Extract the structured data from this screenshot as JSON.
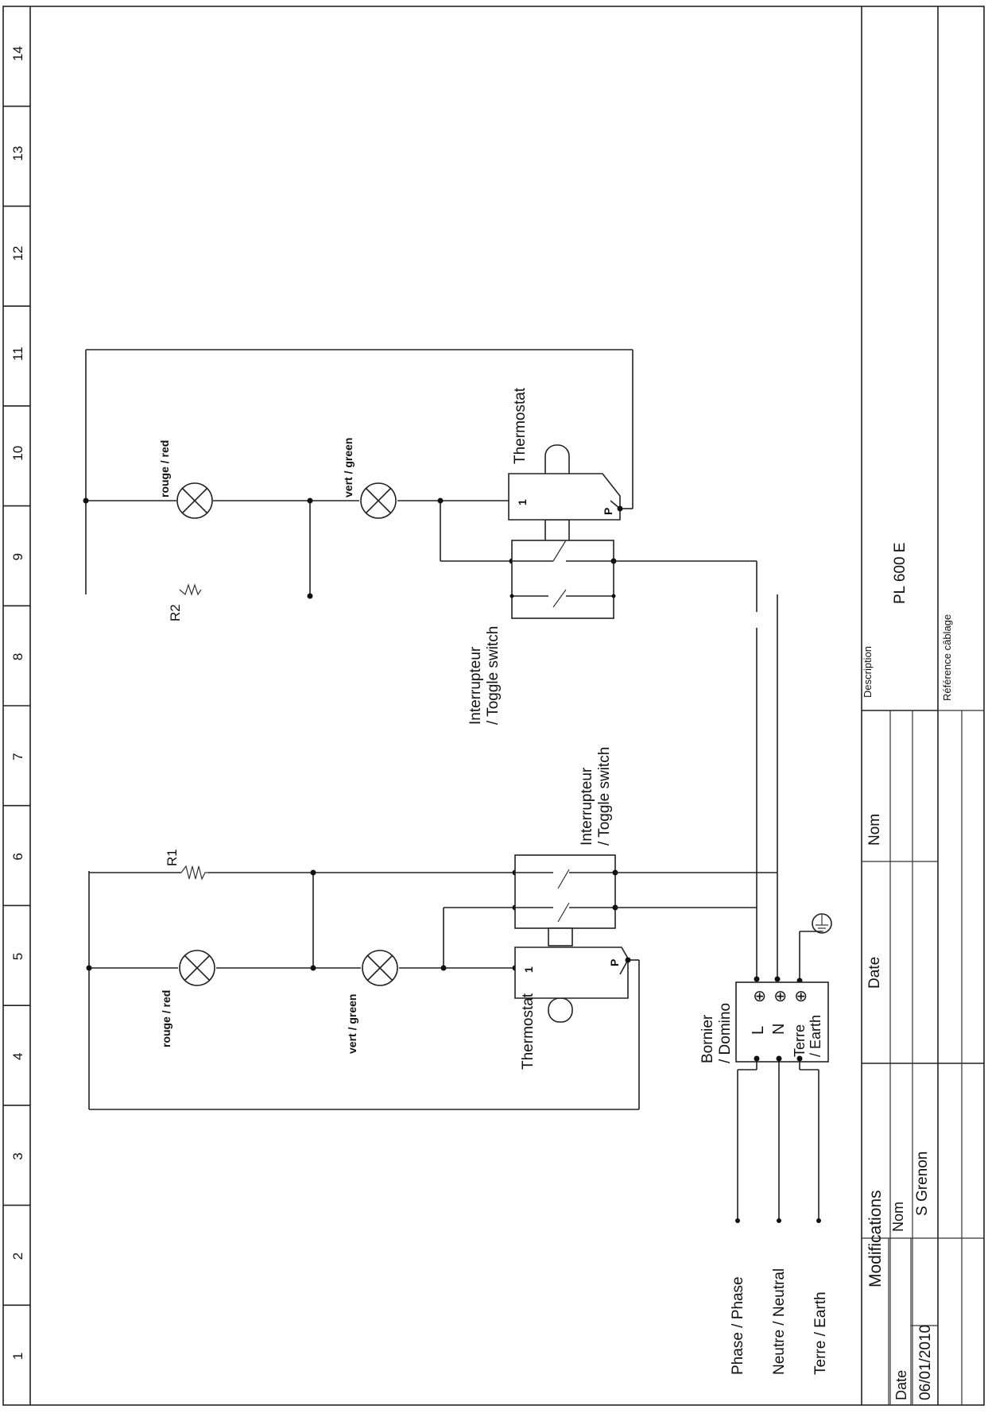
{
  "ruler": [
    "1",
    "2",
    "3",
    "4",
    "5",
    "6",
    "7",
    "8",
    "9",
    "10",
    "11",
    "12",
    "13",
    "14"
  ],
  "upper_circuit": {
    "lamp_red": "rouge / red",
    "lamp_green": "vert / green",
    "resistor": "R2",
    "thermostat": "Thermostat",
    "thermo_pin_1": "1",
    "thermo_pin_p": "P",
    "switch_line1": "Interrupteur",
    "switch_line2": "/ Toggle switch"
  },
  "lower_circuit": {
    "lamp_red": "rouge / red",
    "lamp_green": "vert / green",
    "resistor": "R1",
    "thermostat": "Thermostat",
    "thermo_pin_1": "1",
    "thermo_pin_p": "P",
    "switch_line1": "Interrupteur",
    "switch_line2": "/ Toggle switch"
  },
  "terminal_block": {
    "title_line1": "Bornier",
    "title_line2": "/ Domino",
    "terminal_l": "L",
    "terminal_n": "N",
    "terminal_earth_line1": "Terre",
    "terminal_earth_line2": "/ Earth",
    "screw_glyph": "⊕"
  },
  "supply": {
    "phase": "Phase / Phase",
    "neutral": "Neutre / Neutral",
    "earth": "Terre / Earth"
  },
  "title_block": {
    "modifications": "Modifications",
    "date_header": "Date",
    "nom_header": "Nom",
    "date_value": "06/01/2010",
    "nom_value": "S Grenon",
    "date_col": "Date",
    "nom_col": "Nom",
    "description_label": "Description",
    "description_value": "PL 600 E",
    "reference_label": "Référence câblage"
  }
}
